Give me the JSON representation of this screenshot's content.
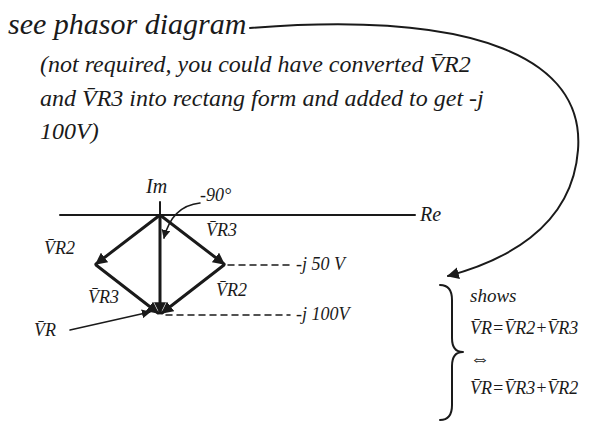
{
  "diagram": {
    "labels": [
      "see phasor diagram",
      "(not required, you could have converted V̄R2 and V̄R3 into rectang form and added to get -j 100V)",
      "Im",
      "-90°",
      "Re",
      "V̄R3",
      "V̄R2",
      "-j 50 V",
      "V̄R",
      "V̄R3",
      "V̄R2",
      "-j 100V",
      "shows",
      "V̄R=V̄R2+V̄R3",
      "⇔",
      "V̄R=V̄R3+V̄R2"
    ]
  }
}
